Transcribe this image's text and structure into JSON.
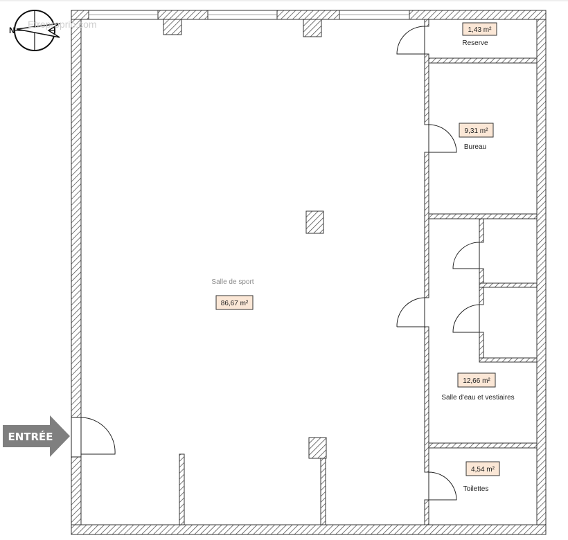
{
  "rooms": {
    "salle_de_sport": {
      "name": "Salle de sport",
      "area": "86,67 m²"
    },
    "reserve": {
      "name": "Reserve",
      "area": "1,43 m²"
    },
    "bureau": {
      "name": "Bureau",
      "area": "9,31 m²"
    },
    "vestiaires": {
      "name": "Salle d'eau et vestiaires",
      "area": "12,66 m²"
    },
    "toilettes": {
      "name": "Toilettes",
      "area": "4,54 m²"
    }
  },
  "entrance": {
    "label": "ENTRÉE"
  },
  "compass": {
    "north_letter": "N"
  },
  "watermark": {
    "text": "Etreproprio.com"
  },
  "colors": {
    "wall_hatch": "#555555",
    "area_tag_fill": "#fbe7d6",
    "arrow_fill": "#7f7f7f"
  }
}
